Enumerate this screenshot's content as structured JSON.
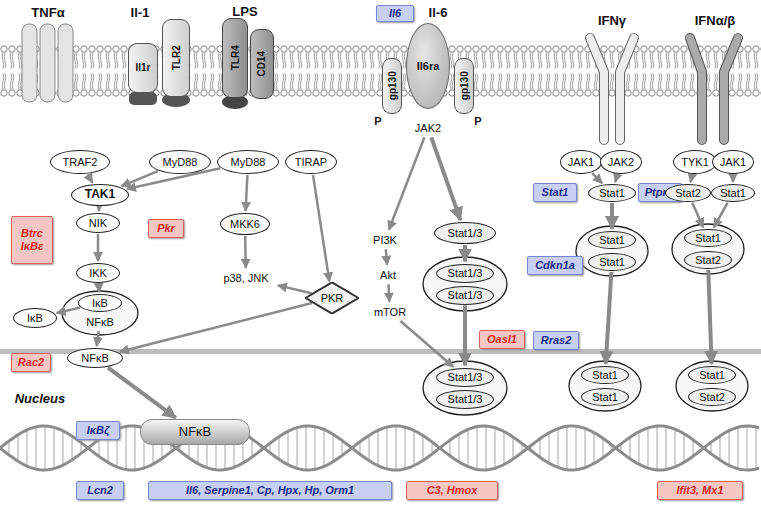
{
  "diagram": {
    "nodes": [
      {
        "text": [
          "Il6"
        ]
      },
      {
        "text": [
          "Il1r"
        ]
      },
      {
        "text": [
          "TLR2"
        ]
      },
      {
        "text": [
          "TLR4"
        ]
      },
      {
        "text": [
          "CD14"
        ]
      },
      {
        "text": [
          "Il6ra"
        ]
      },
      {
        "text": [
          "gp130"
        ]
      },
      {
        "text": [
          "gp130"
        ]
      },
      {
        "text": [
          "JAK2"
        ]
      },
      {
        "text": [
          "TRAF2"
        ]
      },
      {
        "text": [
          "MyD88"
        ]
      },
      {
        "text": [
          "MyD88"
        ]
      },
      {
        "text": [
          "TIRAP"
        ]
      },
      {
        "text": [
          "JAK1"
        ]
      },
      {
        "text": [
          "JAK2"
        ]
      },
      {
        "text": [
          "TYK1"
        ]
      },
      {
        "text": [
          "JAK1"
        ]
      },
      {
        "text": [
          "Stat1"
        ]
      },
      {
        "text": [
          "Ptpn2"
        ]
      },
      {
        "text": [
          "Stat1"
        ]
      },
      {
        "text": [
          "Stat2"
        ]
      },
      {
        "text": [
          "Stat1"
        ]
      },
      {
        "text": [
          "TAK1"
        ]
      },
      {
        "text": [
          "NIK"
        ]
      },
      {
        "text": [
          "Btrc",
          "IκBε"
        ]
      },
      {
        "text": [
          "Pkr"
        ]
      },
      {
        "text": [
          "MKK6"
        ]
      },
      {
        "text": [
          "PI3K"
        ]
      },
      {
        "text": [
          "Stat1/3"
        ]
      },
      {
        "text": [
          "Stat1/3"
        ]
      },
      {
        "text": [
          "Stat1/3"
        ]
      },
      {
        "text": [
          "Cdkn1a"
        ]
      },
      {
        "text": [
          "Stat1"
        ]
      },
      {
        "text": [
          "Stat1"
        ]
      },
      {
        "text": [
          "Stat1"
        ]
      },
      {
        "text": [
          "Stat2"
        ]
      },
      {
        "text": [
          "IKK"
        ]
      },
      {
        "text": [
          "p38, JNK"
        ]
      },
      {
        "text": [
          "Akt"
        ]
      },
      {
        "text": [
          "PKR"
        ]
      },
      {
        "text": [
          "mTOR"
        ]
      },
      {
        "text": [
          "IκB"
        ]
      },
      {
        "text": [
          "NFκB"
        ]
      },
      {
        "text": [
          "IκB"
        ]
      },
      {
        "text": [
          "Oasl1"
        ]
      },
      {
        "text": [
          "Rras2"
        ]
      },
      {
        "text": [
          "Rac2"
        ]
      },
      {
        "text": [
          "NFκB"
        ]
      },
      {
        "text": [
          "Stat1/3"
        ]
      },
      {
        "text": [
          "Stat1/3"
        ]
      },
      {
        "text": [
          "Stat1"
        ]
      },
      {
        "text": [
          "Stat1"
        ]
      },
      {
        "text": [
          "Stat1"
        ]
      },
      {
        "text": [
          "Stat2"
        ]
      },
      {
        "text": [
          "IκBζ"
        ]
      },
      {
        "text": [
          "NFκB"
        ]
      },
      {
        "text": [
          "Lcn2"
        ]
      },
      {
        "text": [
          "Il6, Serpine1, Cp, Hpx, Hp, Orm1"
        ]
      },
      {
        "text": [
          "C3, Hmox"
        ]
      },
      {
        "text": [
          "Ifit3, Mx1"
        ]
      }
    ],
    "edges": [
      {
        "from": 9,
        "to": 22,
        "arrow": "to"
      },
      {
        "from": 10,
        "to": 22,
        "arrow": "to"
      },
      {
        "from": 11,
        "to": 22,
        "arrow": "to"
      },
      {
        "from": 22,
        "to": 23,
        "arrow": "to"
      },
      {
        "from": 23,
        "to": 36,
        "arrow": "to"
      },
      {
        "from": 36,
        "to": 41,
        "arrow": "to"
      },
      {
        "from": 41,
        "to": 43,
        "arrow": "to"
      },
      {
        "from": 42,
        "to": 47,
        "arrow": "to"
      },
      {
        "from": 47,
        "to": 55,
        "arrow": "to"
      },
      {
        "from": 11,
        "to": 26,
        "arrow": "to"
      },
      {
        "from": 26,
        "to": 37,
        "arrow": "to"
      },
      {
        "from": 12,
        "to": 39,
        "arrow": "to"
      },
      {
        "from": 39,
        "to": 37,
        "arrow": "to"
      },
      {
        "from": 39,
        "to": 47,
        "arrow": "to"
      },
      {
        "from": 8,
        "to": 27,
        "arrow": "to"
      },
      {
        "from": 27,
        "to": 38,
        "arrow": "to"
      },
      {
        "from": 38,
        "to": 40,
        "arrow": "to"
      },
      {
        "from": 40,
        "to": 48,
        "arrow": "to"
      },
      {
        "from": 8,
        "to": 28,
        "arrow": "to"
      },
      {
        "from": 28,
        "to": 29,
        "arrow": "to"
      },
      {
        "from": 30,
        "to": 48,
        "arrow": "to"
      },
      {
        "from": 13,
        "to": 19,
        "arrow": "to"
      },
      {
        "from": 14,
        "to": 19,
        "arrow": "to"
      },
      {
        "from": 19,
        "to": 32,
        "arrow": "to"
      },
      {
        "from": 33,
        "to": 50,
        "arrow": "to"
      },
      {
        "from": 15,
        "to": 20,
        "arrow": "to"
      },
      {
        "from": 16,
        "to": 21,
        "arrow": "to"
      },
      {
        "from": 20,
        "to": 34,
        "arrow": "to"
      },
      {
        "from": 21,
        "to": 34,
        "arrow": "to"
      },
      {
        "from": 35,
        "to": 52,
        "arrow": "to"
      }
    ],
    "labels": [
      "TNFα",
      "Il-1",
      "LPS",
      "Il-6",
      "IFNγ",
      "IFNα/β",
      "P",
      "P",
      "Nucleus"
    ]
  }
}
